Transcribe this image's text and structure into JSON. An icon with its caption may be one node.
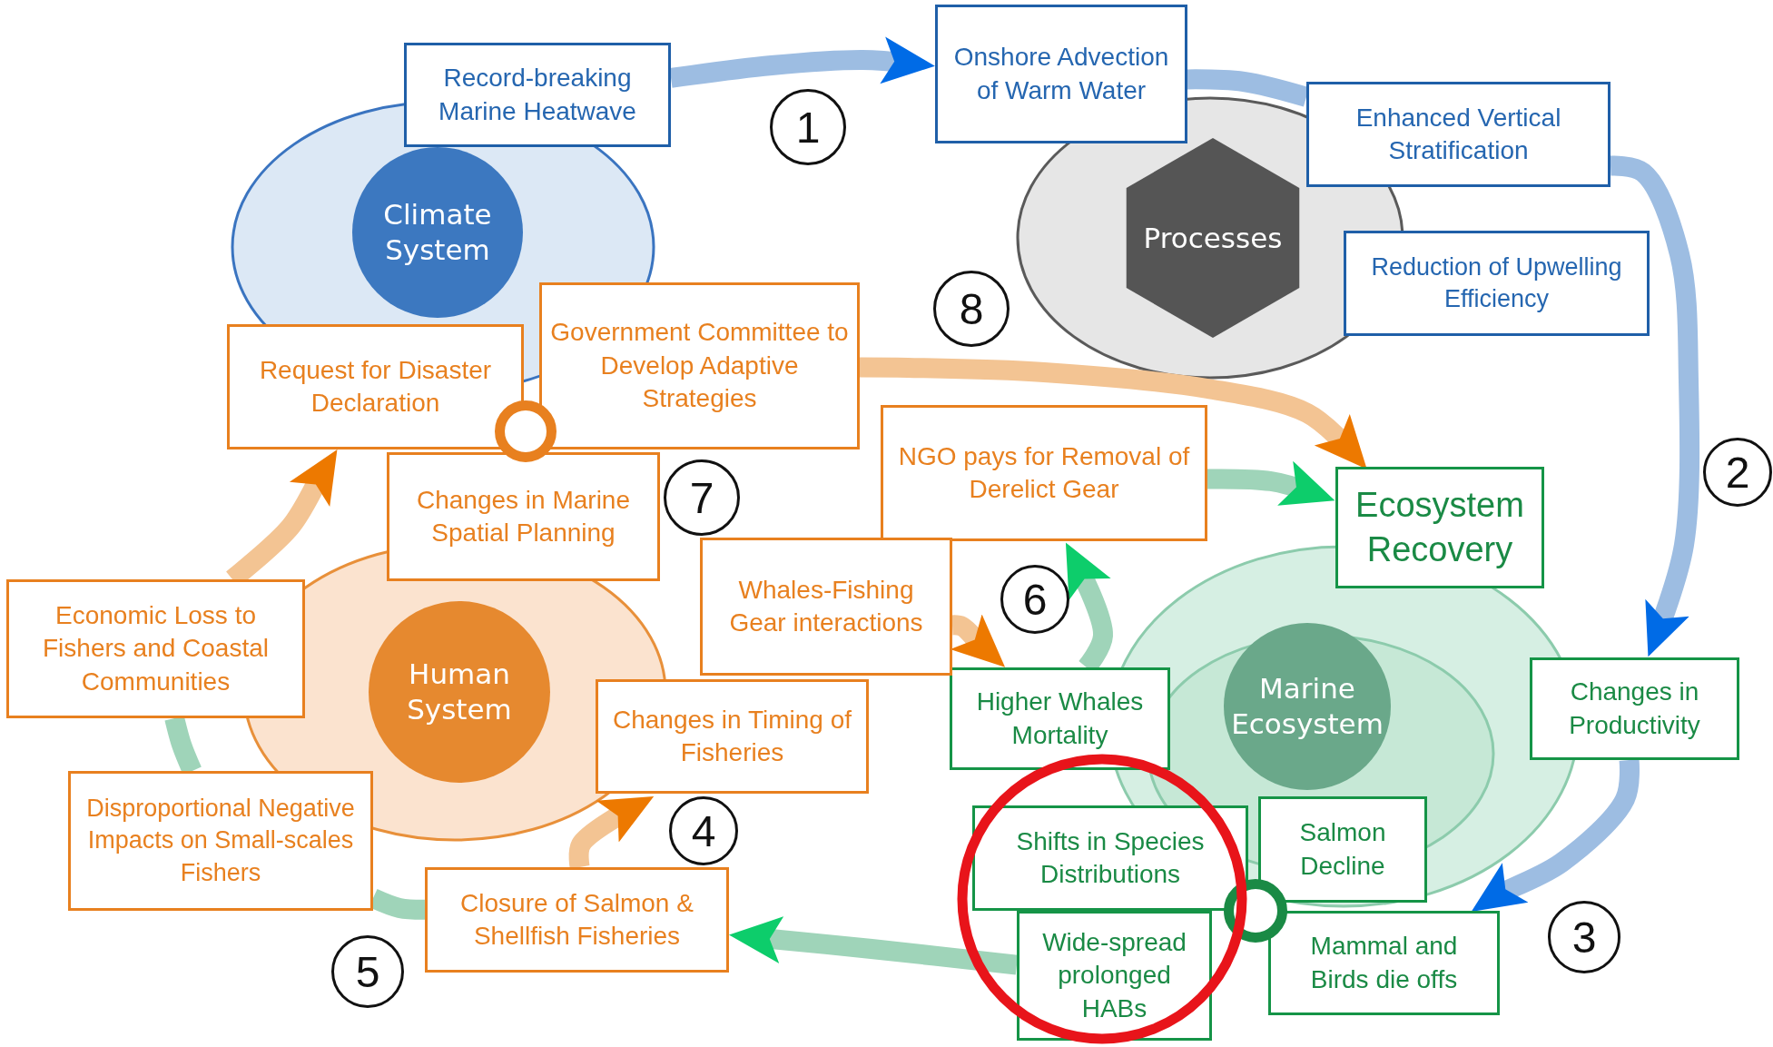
{
  "diagram": {
    "nodes": [
      {
        "text": [
          "Climate System"
        ]
      },
      {
        "text": [
          "Processes"
        ]
      },
      {
        "text": [
          "Marine Ecosystem"
        ]
      },
      {
        "text": [
          "Human System"
        ]
      },
      {
        "text": [
          "Record-breaking Marine Heatwave"
        ]
      },
      {
        "text": [
          "Onshore Advection of Warm Water"
        ]
      },
      {
        "text": [
          "Enhanced Vertical Stratification"
        ]
      },
      {
        "text": [
          "Reduction of Upwelling Efficiency"
        ]
      },
      {
        "text": [
          "Changes in Productivity"
        ]
      },
      {
        "text": [
          "Salmon Decline"
        ]
      },
      {
        "text": [
          "Mammal and Birds die offs"
        ]
      },
      {
        "text": [
          "Shifts in Species Distributions"
        ]
      },
      {
        "text": [
          "Wide-spread prolonged HABs"
        ]
      },
      {
        "text": [
          "Higher Whales Mortality"
        ]
      },
      {
        "text": [
          "Ecosystem Recovery"
        ]
      },
      {
        "text": [
          "NGO pays for Removal of Derelict Gear"
        ]
      },
      {
        "text": [
          "Whales-Fishing Gear interactions"
        ]
      },
      {
        "text": [
          "Changes in Timing of Fisheries"
        ]
      },
      {
        "text": [
          "Closure of Salmon & Shellfish Fisheries"
        ]
      },
      {
        "text": [
          "Disproportional Negative Impacts on Small-scales Fishers"
        ]
      },
      {
        "text": [
          "Economic Loss to Fishers and Coastal Communities"
        ]
      },
      {
        "text": [
          "Changes in Marine Spatial Planning"
        ]
      },
      {
        "text": [
          "Request for Disaster Declaration"
        ]
      },
      {
        "text": [
          "Government Committee to Develop Adaptive Strategies"
        ]
      },
      {
        "text": [],
        "shape": "circle"
      },
      {
        "text": [],
        "shape": "circle"
      }
    ],
    "edges": [
      {
        "from": 4,
        "to": 5,
        "arrow": "to",
        "color": "#9dbde2"
      },
      {
        "from": 5,
        "to": 6,
        "arrow": "none",
        "color": "#9dbde2"
      },
      {
        "from": 6,
        "to": 8,
        "arrow": "to",
        "color": "#9dbde2"
      },
      {
        "from": 8,
        "to": 10,
        "arrow": "to",
        "color": "#9dbde2"
      },
      {
        "from": 12,
        "to": 18,
        "arrow": "to",
        "color": "#9fd4b9"
      },
      {
        "from": 18,
        "to": 19,
        "arrow": "none",
        "color": "#9fd4b9"
      },
      {
        "from": 19,
        "to": 20,
        "arrow": "none",
        "color": "#9fd4b9"
      },
      {
        "from": 20,
        "to": 22,
        "arrow": "to",
        "color": "#f3c493"
      },
      {
        "from": 23,
        "to": 14,
        "arrow": "to",
        "color": "#f3c493"
      },
      {
        "from": 15,
        "to": 14,
        "arrow": "to",
        "color": "#9fd4b9"
      },
      {
        "from": 13,
        "to": 15,
        "arrow": "to",
        "color": "#9fd4b9"
      },
      {
        "from": 16,
        "to": 13,
        "arrow": "to",
        "color": "#f3c493"
      },
      {
        "from": 18,
        "to": 17,
        "arrow": "to",
        "color": "#f3c493"
      }
    ],
    "labels": [
      "1",
      "2",
      "3",
      "4",
      "5",
      "6",
      "7",
      "8"
    ]
  }
}
